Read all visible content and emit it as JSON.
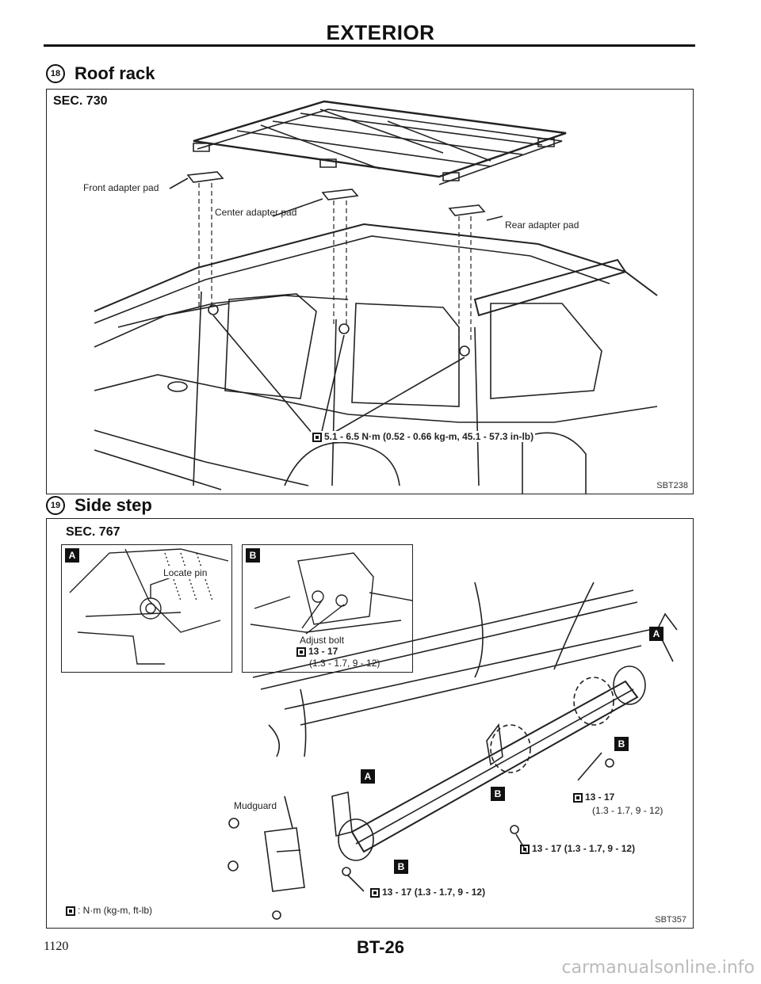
{
  "header": {
    "title": "EXTERIOR"
  },
  "roof_rack": {
    "number": "18",
    "heading": "Roof rack",
    "sec": "SEC. 730",
    "front_pad": "Front adapter pad",
    "center_pad": "Center adapter pad",
    "rear_pad": "Rear adapter pad",
    "torque": "5.1 - 6.5 N·m (0.52 - 0.66 kg-m, 45.1 - 57.3 in-lb)",
    "fig_code": "SBT238"
  },
  "side_step": {
    "number": "19",
    "heading": "Side step",
    "sec": "SEC. 767",
    "locate_pin": "Locate pin",
    "adjust_bolt": "Adjust bolt",
    "inset_torque": "13 - 17",
    "inset_torque_alt": "(1.3 - 1.7, 9 - 12)",
    "torque_right": "13 - 17",
    "torque_right_alt": "(1.3 - 1.7, 9 - 12)",
    "torque_mid": "13 - 17 (1.3 - 1.7, 9 - 12)",
    "torque_low": "13 - 17 (1.3 - 1.7, 9 - 12)",
    "mudguard": "Mudguard",
    "legend": ": N·m (kg-m, ft-lb)",
    "letter_a": "A",
    "letter_b": "B",
    "fig_code": "SBT357"
  },
  "footer": {
    "page_ref": "1120",
    "page_code": "BT-26",
    "watermark": "carmanualsonline.info"
  }
}
